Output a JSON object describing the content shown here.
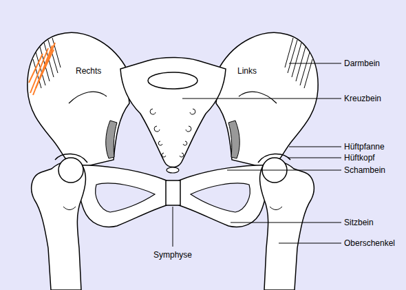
{
  "diagram": {
    "labels": [
      "Rechts",
      "Links",
      "Darmbein",
      "Kreuzbein",
      "Hüftpfanne",
      "Hüftkopf",
      "Schambein",
      "Sitzbein",
      "Oberschenkel",
      "Symphyse"
    ]
  }
}
